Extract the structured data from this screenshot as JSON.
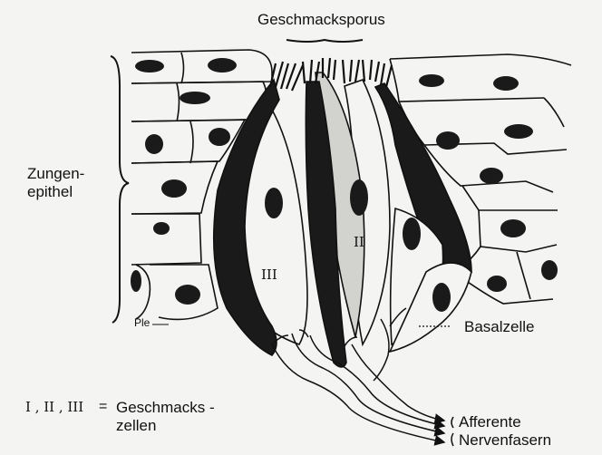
{
  "labels": {
    "pore": "Geschmacksporus",
    "epithelium_line1": "Zungen-",
    "epithelium_line2": "epithel",
    "ple": "Ple",
    "basal_cell": "Basalzelle",
    "legend_symbols": "I , II , III",
    "legend_equals": "=",
    "legend_line1": "Geschmacks -",
    "legend_line2": "zellen",
    "nerve_line1": "Afferente",
    "nerve_line2": "Nervenfasern",
    "cell_label_2": "II",
    "cell_label_3": "III"
  },
  "colors": {
    "background": "#f4f4f2",
    "ink": "#111111",
    "dark_cell": "#1a1a1a",
    "light_cell": "#f4f4f2",
    "gray_cell": "#d2d2cf"
  },
  "icons": [
    "arrow-icon"
  ]
}
